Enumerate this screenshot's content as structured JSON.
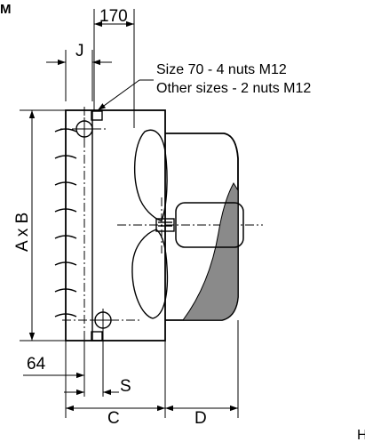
{
  "labels": {
    "corner_title": "M",
    "dim_170": "170",
    "dim_j": "J",
    "note_line_1": "Size 70 - 4 nuts M12",
    "note_line_2": "Other sizes - 2 nuts M12",
    "dim_axb": "A x B",
    "dim_64": "64",
    "dim_s": "S",
    "dim_c": "C",
    "dim_d": "D",
    "corner_partial": "H"
  },
  "colors": {
    "line": "#000000",
    "shaded_housing": "#8a8a8a",
    "background": "#ffffff"
  }
}
